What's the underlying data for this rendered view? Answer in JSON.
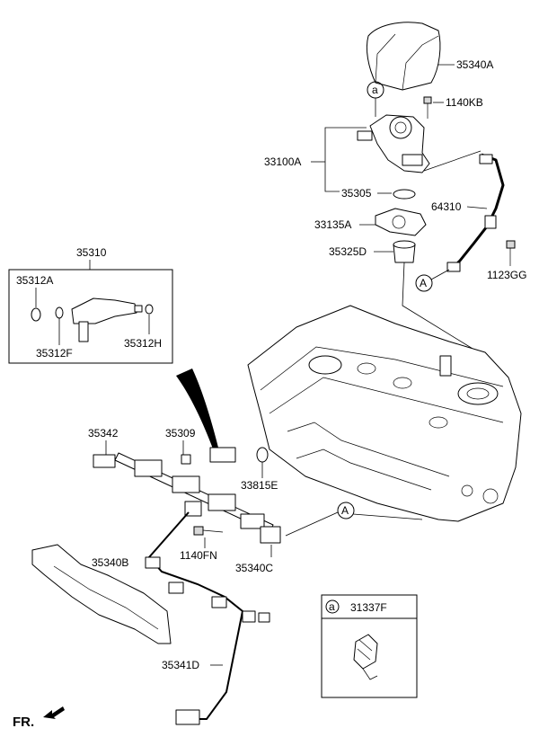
{
  "parts": {
    "p35340A": "35340A",
    "p1140KB": "1140KB",
    "p33100A": "33100A",
    "p35305": "35305",
    "p64310": "64310",
    "p33135A": "33135A",
    "p35325D": "35325D",
    "p1123GG": "1123GG",
    "p35310": "35310",
    "p35312A": "35312A",
    "p35312F": "35312F",
    "p35312H": "35312H",
    "p35342": "35342",
    "p35309": "35309",
    "p33815E": "33815E",
    "p35340B": "35340B",
    "p1140FN": "1140FN",
    "p35340C": "35340C",
    "p35341D": "35341D",
    "p31337F": "31337F"
  },
  "callouts": {
    "small_a": "a",
    "big_A": "A"
  },
  "direction": {
    "label": "FR."
  }
}
